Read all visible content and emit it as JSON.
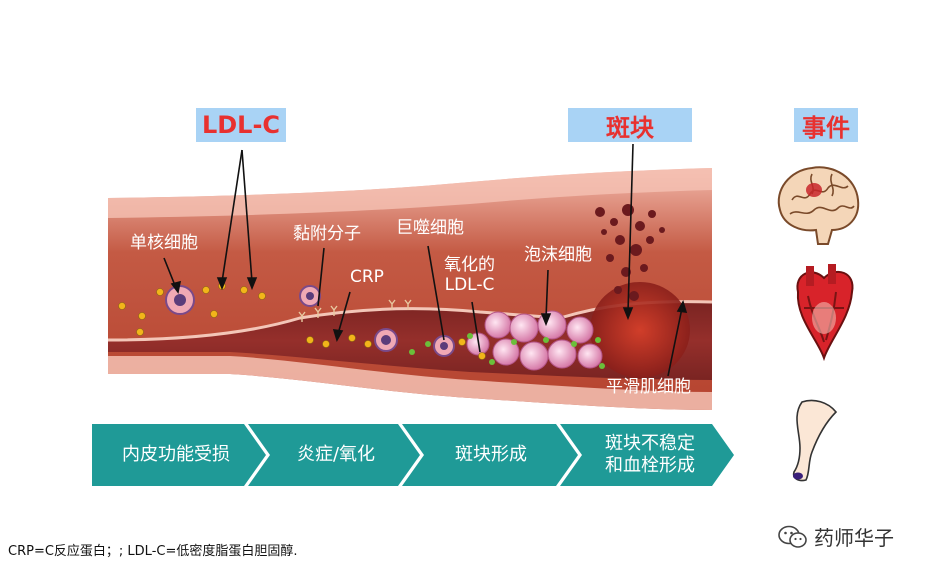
{
  "headers": {
    "ldl": "LDL-C",
    "plaque": "斑块",
    "events": "事件"
  },
  "labels": {
    "monocyte": "单核细胞",
    "adhesion": "黏附分子",
    "crp": "CRP",
    "macrophage": "巨噬细胞",
    "oxidized_line1": "氧化的",
    "oxidized_line2": "LDL-C",
    "foam": "泡沫细胞",
    "smooth_muscle": "平滑肌细胞"
  },
  "stages": [
    {
      "label": "内皮功能受损"
    },
    {
      "label": "炎症/氧化"
    },
    {
      "label": "斑块形成"
    },
    {
      "line1": "斑块不稳定",
      "line2": "和血栓形成"
    }
  ],
  "footnote": "CRP=C反应蛋白；; LDL-C=低密度脂蛋白胆固醇.",
  "watermark": "药师华子",
  "colors": {
    "tag_bg": "#a9d3f5",
    "tag_text": "#e8312f",
    "stage_arrow": "#1f9a97",
    "vessel": "#b34a36",
    "lumen": "#8a2c28"
  },
  "icons": [
    "brain-icon",
    "heart-icon",
    "leg-icon",
    "wechat-icon"
  ]
}
